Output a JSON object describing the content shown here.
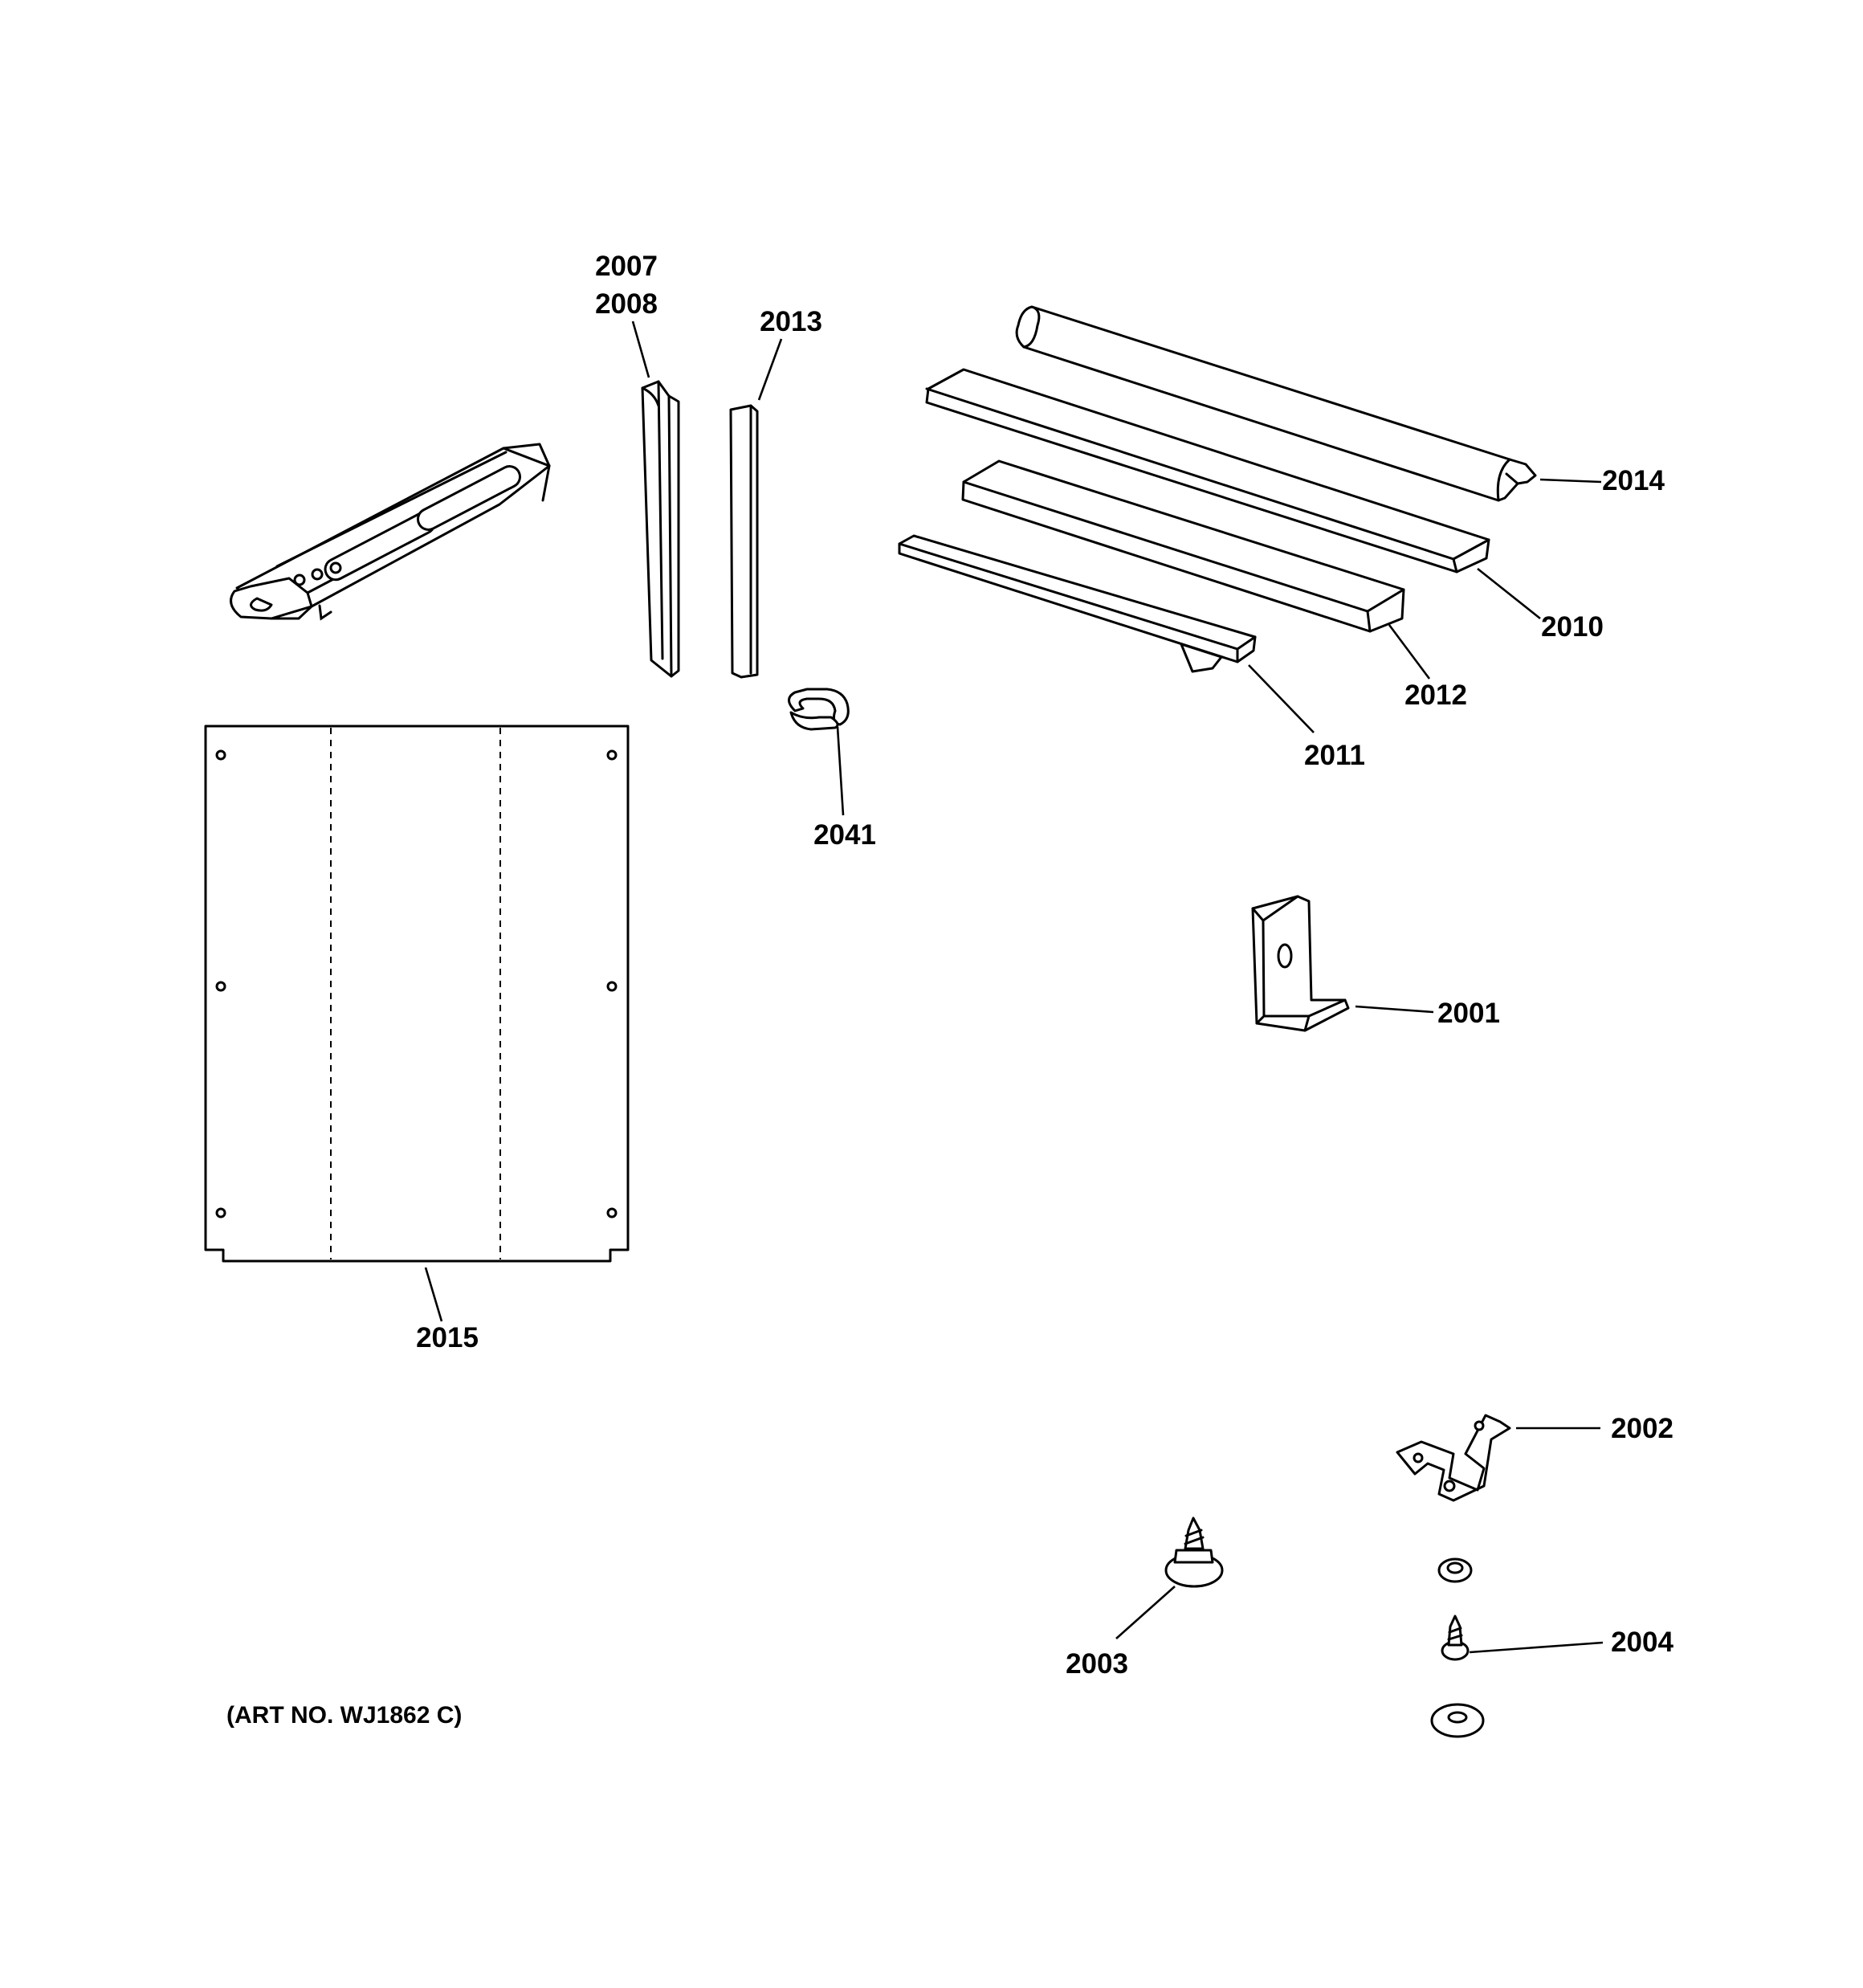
{
  "callouts": {
    "c2007": "2007",
    "c2008": "2008",
    "c2013": "2013",
    "c2014": "2014",
    "c2010": "2010",
    "c2012": "2012",
    "c2011": "2011",
    "c2041": "2041",
    "c2001": "2001",
    "c2015": "2015",
    "c2002": "2002",
    "c2003": "2003",
    "c2004": "2004"
  },
  "art_number": "(ART NO. WJ1862 C)"
}
